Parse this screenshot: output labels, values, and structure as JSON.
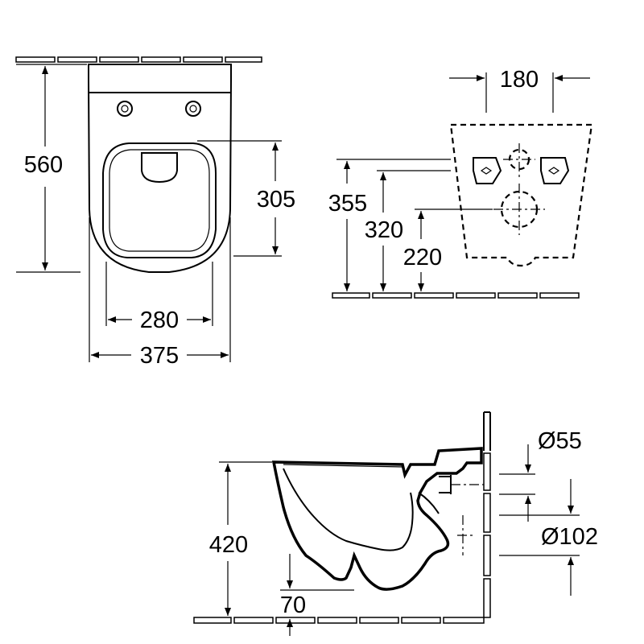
{
  "top_view": {
    "depth": "560",
    "seat_depth": "305",
    "seat_width": "280",
    "overall_width": "375"
  },
  "wall_view": {
    "bolt_spacing": "180",
    "height_355": "355",
    "height_320": "320",
    "height_220": "220"
  },
  "side_view": {
    "inlet_diameter": "Ø55",
    "outlet_diameter": "Ø102",
    "rim_height": "420",
    "floor_offset": "70"
  }
}
